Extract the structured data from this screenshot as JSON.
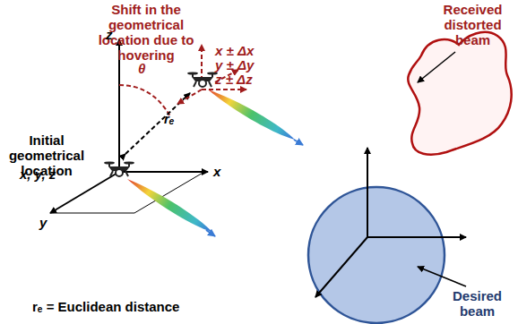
{
  "diagram": {
    "labels": [
      "Shift in the geometrical location due to hovering",
      "x ± Δx",
      "y ± Δy",
      "z ± Δz",
      "Initial geometrical location",
      "x, y, z",
      "z",
      "x",
      "y",
      "θ",
      "rₑ",
      "rₑ = Euclidean distance",
      "Received distorted beam",
      "Desired beam"
    ]
  }
}
